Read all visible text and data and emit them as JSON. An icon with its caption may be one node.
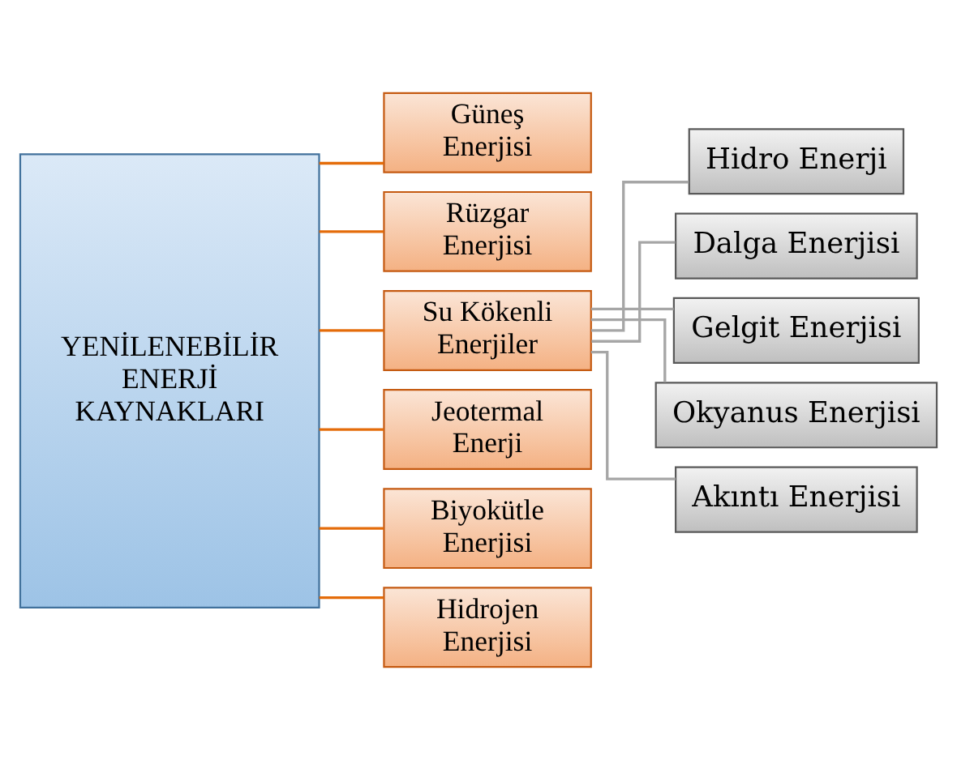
{
  "diagram": {
    "nodes": [
      {
        "text": [
          "YENİLENEBİLİR ENERJİ KAYNAKLARI"
        ]
      },
      {
        "text": [
          "Güneş Enerjisi"
        ]
      },
      {
        "text": [
          "Rüzgar Enerjisi"
        ]
      },
      {
        "text": [
          "Su Kökenli Enerjiler"
        ]
      },
      {
        "text": [
          "Jeotermal Enerji"
        ]
      },
      {
        "text": [
          "Biyokütle Enerjisi"
        ]
      },
      {
        "text": [
          "Hidrojen Enerjisi"
        ]
      },
      {
        "text": [
          "Hidro Enerji"
        ]
      },
      {
        "text": [
          "Dalga Enerjisi"
        ]
      },
      {
        "text": [
          "Gelgit Enerjisi"
        ]
      },
      {
        "text": [
          "Okyanus Enerjisi"
        ]
      },
      {
        "text": [
          "Akıntı Enerjisi"
        ]
      }
    ],
    "edges": [
      {
        "from": 0,
        "to": 1,
        "arrow": "none"
      },
      {
        "from": 0,
        "to": 2,
        "arrow": "none"
      },
      {
        "from": 0,
        "to": 3,
        "arrow": "none"
      },
      {
        "from": 0,
        "to": 4,
        "arrow": "none"
      },
      {
        "from": 0,
        "to": 5,
        "arrow": "none"
      },
      {
        "from": 0,
        "to": 6,
        "arrow": "none"
      },
      {
        "from": 3,
        "to": 7,
        "arrow": "none",
        "color": "#a6a6a6"
      },
      {
        "from": 3,
        "to": 8,
        "arrow": "none",
        "color": "#a6a6a6"
      },
      {
        "from": 3,
        "to": 9,
        "arrow": "none",
        "color": "#a6a6a6"
      },
      {
        "from": 3,
        "to": 10,
        "arrow": "none",
        "color": "#a6a6a6"
      },
      {
        "from": 3,
        "to": 11,
        "arrow": "none",
        "color": "#a6a6a6"
      }
    ]
  }
}
